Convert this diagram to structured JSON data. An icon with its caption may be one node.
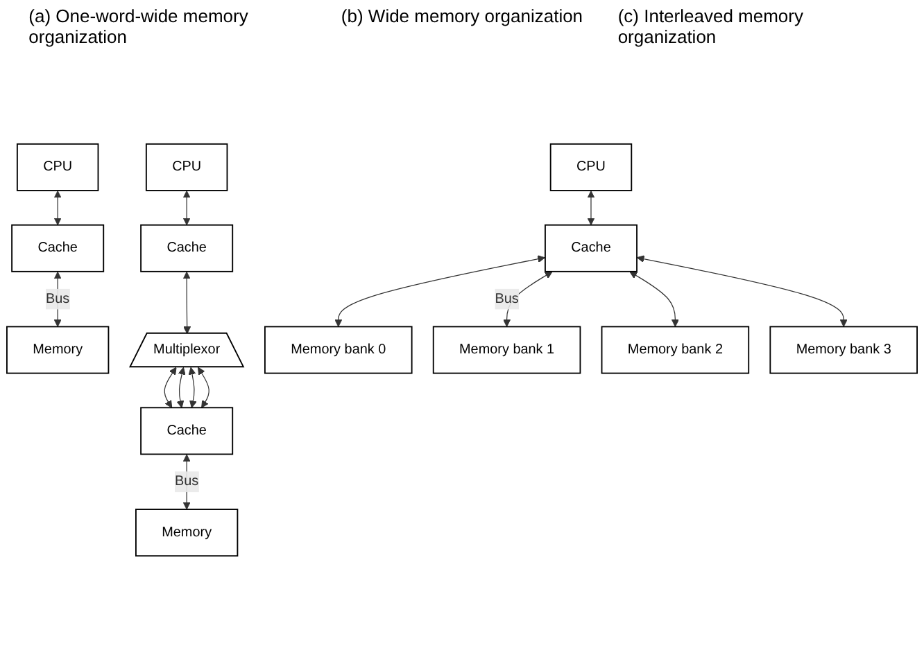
{
  "diagram": {
    "nodes": [
      {
        "text": [
          "CPU"
        ]
      },
      {
        "text": [
          "Cache"
        ]
      },
      {
        "text": [
          "Memory"
        ]
      },
      {
        "text": [
          "CPU"
        ]
      },
      {
        "text": [
          "Cache"
        ]
      },
      {
        "text": [
          "Multiplexor"
        ]
      },
      {
        "text": [
          "Cache"
        ]
      },
      {
        "text": [
          "Memory"
        ]
      },
      {
        "text": [
          "CPU"
        ]
      },
      {
        "text": [
          "Cache"
        ]
      },
      {
        "text": [
          "Memory bank 0"
        ]
      },
      {
        "text": [
          "Memory bank 1"
        ]
      },
      {
        "text": [
          "Memory bank 2"
        ]
      },
      {
        "text": [
          "Memory bank 3"
        ]
      }
    ],
    "edges": [
      {
        "from": 0,
        "to": 1,
        "arrow": "both"
      },
      {
        "from": 1,
        "to": 2,
        "label": "Bus",
        "arrow": "both"
      },
      {
        "from": 3,
        "to": 4,
        "arrow": "both"
      },
      {
        "from": 4,
        "to": 5,
        "arrow": "both"
      },
      {
        "from": 5,
        "to": 6,
        "arrow": "both"
      },
      {
        "from": 5,
        "to": 6,
        "arrow": "both"
      },
      {
        "from": 5,
        "to": 6,
        "arrow": "both"
      },
      {
        "from": 5,
        "to": 6,
        "arrow": "both"
      },
      {
        "from": 6,
        "to": 7,
        "label": "Bus",
        "arrow": "both"
      },
      {
        "from": 8,
        "to": 9,
        "arrow": "both"
      },
      {
        "from": 9,
        "to": 10,
        "arrow": "both"
      },
      {
        "from": 9,
        "to": 11,
        "label": "Bus",
        "arrow": "both"
      },
      {
        "from": 9,
        "to": 12,
        "arrow": "both"
      },
      {
        "from": 9,
        "to": 13,
        "arrow": "both"
      }
    ],
    "labels": [
      "(a) One-word-wide memory organization",
      "(b) Wide memory organization",
      "(c) Interleaved memory organization"
    ]
  }
}
